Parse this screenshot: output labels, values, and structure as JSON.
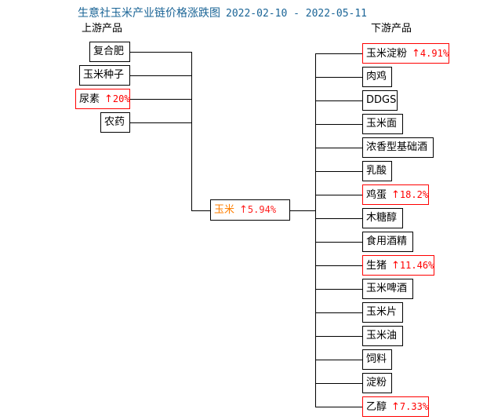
{
  "title": {
    "main": "生意社玉米产业链价格涨跌图",
    "dates": "2022-02-10 - 2022-05-11",
    "color": "#1a6496"
  },
  "headers": {
    "upstream": "上游产品",
    "downstream": "下游产品"
  },
  "colors": {
    "title": "#1a6496",
    "up_arrow": "#ff0000",
    "percent": "#ff0000",
    "center_label": "#ff7f00",
    "hot_border": "#ff0000",
    "normal_border": "#000000",
    "line": "#000000"
  },
  "center": {
    "label": "玉米",
    "arrow": "↑",
    "percent": "5.94%",
    "highlight": true
  },
  "upstream": [
    {
      "label": "复合肥",
      "arrow": "",
      "percent": "",
      "highlight": false
    },
    {
      "label": "玉米种子",
      "arrow": "",
      "percent": "",
      "highlight": false
    },
    {
      "label": "尿素",
      "arrow": "↑",
      "percent": "20%",
      "highlight": true
    },
    {
      "label": "农药",
      "arrow": "",
      "percent": "",
      "highlight": false
    }
  ],
  "downstream": [
    {
      "label": "玉米淀粉",
      "arrow": "↑",
      "percent": "4.91%",
      "highlight": true
    },
    {
      "label": "肉鸡",
      "arrow": "",
      "percent": "",
      "highlight": false
    },
    {
      "label": "DDGS",
      "arrow": "",
      "percent": "",
      "highlight": false
    },
    {
      "label": "玉米面",
      "arrow": "",
      "percent": "",
      "highlight": false
    },
    {
      "label": "浓香型基础酒",
      "arrow": "",
      "percent": "",
      "highlight": false
    },
    {
      "label": "乳酸",
      "arrow": "",
      "percent": "",
      "highlight": false
    },
    {
      "label": "鸡蛋",
      "arrow": "↑",
      "percent": "18.2%",
      "highlight": true
    },
    {
      "label": "木糖醇",
      "arrow": "",
      "percent": "",
      "highlight": false
    },
    {
      "label": "食用酒精",
      "arrow": "",
      "percent": "",
      "highlight": false
    },
    {
      "label": "生猪",
      "arrow": "↑",
      "percent": "11.46%",
      "highlight": true
    },
    {
      "label": "玉米啤酒",
      "arrow": "",
      "percent": "",
      "highlight": false
    },
    {
      "label": "玉米片",
      "arrow": "",
      "percent": "",
      "highlight": false
    },
    {
      "label": "玉米油",
      "arrow": "",
      "percent": "",
      "highlight": false
    },
    {
      "label": "饲料",
      "arrow": "",
      "percent": "",
      "highlight": false
    },
    {
      "label": "淀粉",
      "arrow": "",
      "percent": "",
      "highlight": false
    },
    {
      "label": "乙醇",
      "arrow": "↑",
      "percent": "7.33%",
      "highlight": true
    }
  ],
  "chart_data": {
    "type": "diagram",
    "title": "生意社玉米产业链价格涨跌图 2022-02-10 - 2022-05-11",
    "center_node": {
      "name": "玉米",
      "change_percent": 5.94,
      "direction": "up"
    },
    "upstream_nodes": [
      {
        "name": "复合肥",
        "change_percent": null
      },
      {
        "name": "玉米种子",
        "change_percent": null
      },
      {
        "name": "尿素",
        "change_percent": 20,
        "direction": "up"
      },
      {
        "name": "农药",
        "change_percent": null
      }
    ],
    "downstream_nodes": [
      {
        "name": "玉米淀粉",
        "change_percent": 4.91,
        "direction": "up"
      },
      {
        "name": "肉鸡",
        "change_percent": null
      },
      {
        "name": "DDGS",
        "change_percent": null
      },
      {
        "name": "玉米面",
        "change_percent": null
      },
      {
        "name": "浓香型基础酒",
        "change_percent": null
      },
      {
        "name": "乳酸",
        "change_percent": null
      },
      {
        "name": "鸡蛋",
        "change_percent": 18.2,
        "direction": "up"
      },
      {
        "name": "木糖醇",
        "change_percent": null
      },
      {
        "name": "食用酒精",
        "change_percent": null
      },
      {
        "name": "生猪",
        "change_percent": 11.46,
        "direction": "up"
      },
      {
        "name": "玉米啤酒",
        "change_percent": null
      },
      {
        "name": "玉米片",
        "change_percent": null
      },
      {
        "name": "玉米油",
        "change_percent": null
      },
      {
        "name": "饲料",
        "change_percent": null
      },
      {
        "name": "淀粉",
        "change_percent": null
      },
      {
        "name": "乙醇",
        "change_percent": 7.33,
        "direction": "up"
      }
    ]
  }
}
